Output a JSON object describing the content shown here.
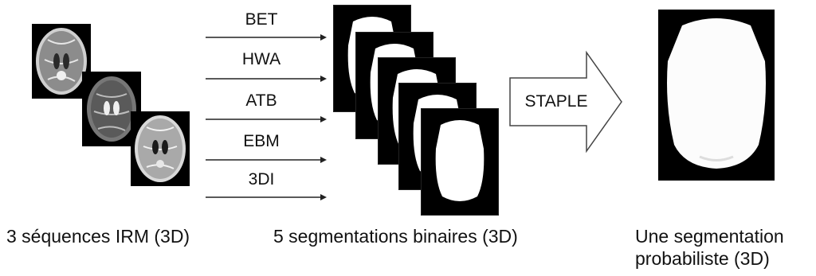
{
  "methods": [
    "BET",
    "HWA",
    "ATB",
    "EBM",
    "3DI"
  ],
  "staple_label": "STAPLE",
  "captions": {
    "mri": "3 séquences IRM (3D)",
    "segmentations": "5 segmentations binaires (3D)",
    "probabilistic_line1": "Une segmentation",
    "probabilistic_line2": "probabiliste (3D)"
  },
  "colors": {
    "background": "#ffffff",
    "image_background": "#000000",
    "mask": "#ffffff",
    "arrow": "#222222",
    "text": "#111111"
  }
}
